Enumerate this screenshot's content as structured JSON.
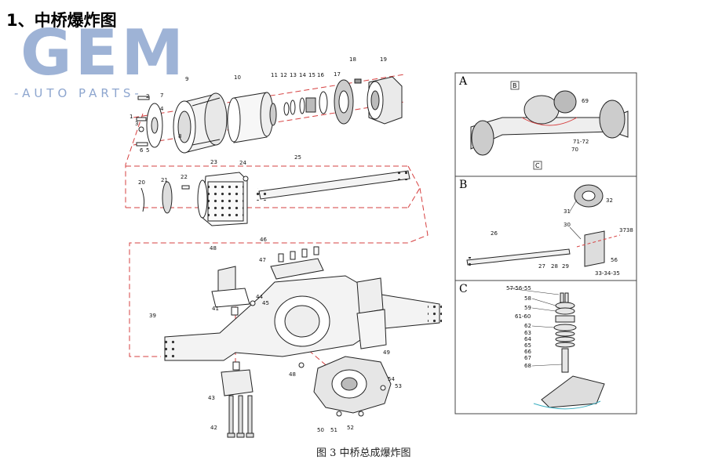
{
  "heading": "1、中桥爆炸图",
  "logo": {
    "main": "GEM",
    "sub": "-AUTO PARTS-"
  },
  "caption": "图 3  中桥总成爆炸图",
  "insets": {
    "a": "A",
    "b": "B",
    "c": "C"
  },
  "inset_a_tags": {
    "b_tag": "B",
    "c_tag": "C"
  },
  "part_numbers": {
    "p1": "1",
    "p2": "2",
    "p3": "3",
    "p4": "4",
    "p5": "5",
    "p6": "6",
    "p7": "7",
    "p8": "8",
    "p9": "9",
    "p10": "10",
    "p11": "11",
    "p12": "12",
    "p13": "13",
    "p14": "14",
    "p15": "15",
    "p16": "16",
    "p17": "17",
    "p18": "18",
    "p19": "19",
    "p20": "20",
    "p21": "21",
    "p22": "22",
    "p23": "23",
    "p24": "24",
    "p25": "25",
    "p26": "26",
    "p27": "27",
    "p28": "28",
    "p29": "29",
    "p30": "30",
    "p31": "31",
    "p32": "32",
    "p3738": "3738",
    "p56": "56",
    "p33_35": "33-34-35",
    "p39": "39",
    "p41": "41",
    "p42": "42",
    "p43": "43",
    "p44": "44",
    "p45": "45",
    "p46": "46",
    "p47": "47",
    "p48": "48",
    "p49": "49",
    "p48b": "48",
    "p50": "50",
    "p51": "51",
    "p52": "52",
    "p53": "53",
    "p54": "54",
    "p57_55": "57-56-55",
    "p58": "58",
    "p59": "59",
    "p61_60": "61-60",
    "p62": "62",
    "p63": "63",
    "p64": "64",
    "p65": "65",
    "p66": "66",
    "p67": "67",
    "p68": "68",
    "p69": "69",
    "p70": "70",
    "p71_72": "71-72"
  }
}
